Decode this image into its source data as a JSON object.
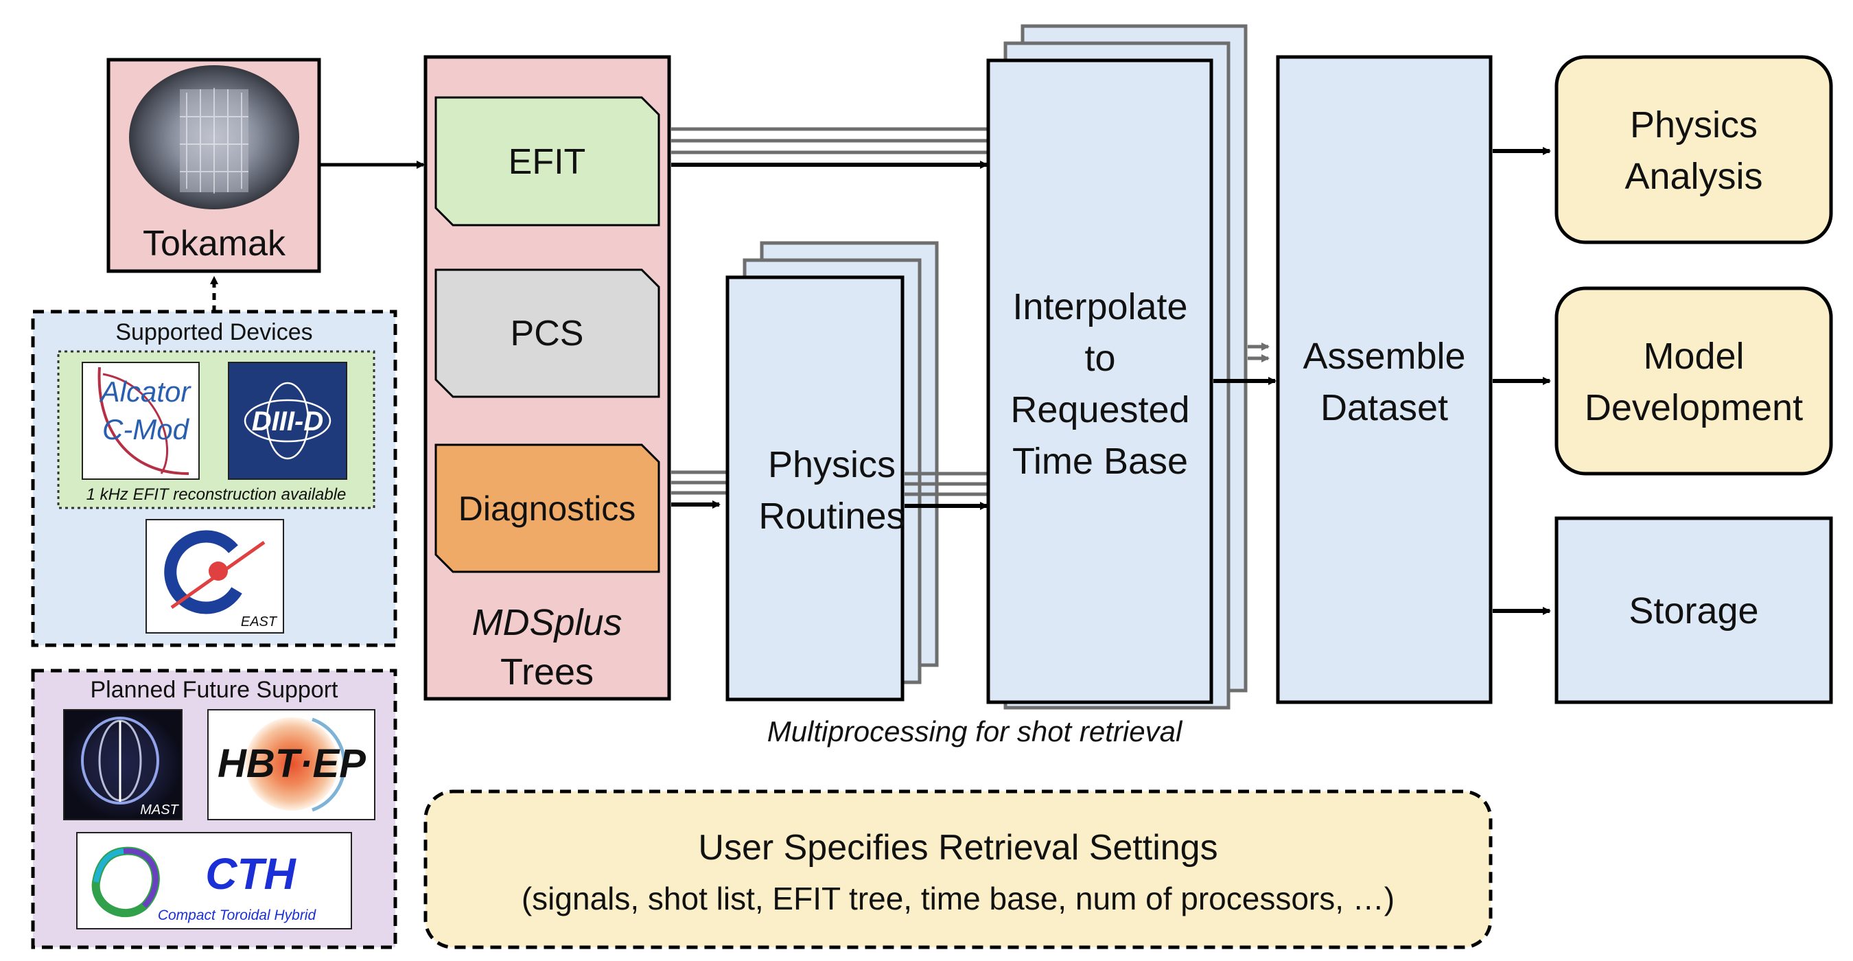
{
  "tokamak": {
    "label": "Tokamak"
  },
  "supported": {
    "title": "Supported Devices",
    "logos": {
      "alcator_line1": "Alcator",
      "alcator_line2": "C-Mod",
      "diiid": "DIII-D",
      "east": "EAST"
    },
    "note": "1 kHz EFIT reconstruction available"
  },
  "future": {
    "title": "Planned Future Support",
    "logos": {
      "mast": "MAST",
      "hbtep": "HBT·EP",
      "cth": "CTH",
      "cth_sub": "Compact Toroidal Hybrid"
    }
  },
  "mdsplus": {
    "sources": [
      "EFIT",
      "PCS",
      "Diagnostics"
    ],
    "label_italic": "MDSplus",
    "label": "Trees"
  },
  "routines": {
    "line1": "Physics",
    "line2": "Routines"
  },
  "interpolate": {
    "line1": "Interpolate",
    "line2": "to",
    "line3": "Requested",
    "line4": "Time Base"
  },
  "assemble": {
    "line1": "Assemble",
    "line2": "Dataset"
  },
  "outputs": [
    {
      "line1": "Physics",
      "line2": "Analysis"
    },
    {
      "line1": "Model",
      "line2": "Development"
    },
    {
      "line1": "Storage",
      "line2": ""
    }
  ],
  "multiprocessing_caption": "Multiprocessing for shot retrieval",
  "settings": {
    "title": "User Specifies Retrieval Settings",
    "detail": "(signals, shot list, EFIT tree, time base, num of processors, …)"
  },
  "colors": {
    "pink": "#f2cccc",
    "blue": "#dce8f5",
    "yellow": "#fbefc9",
    "green": "#d5ecc5",
    "gray": "#d9d9d9",
    "orange": "#eeaa66",
    "purple": "#e6d8ec",
    "ghost": "#6e6e6e"
  }
}
